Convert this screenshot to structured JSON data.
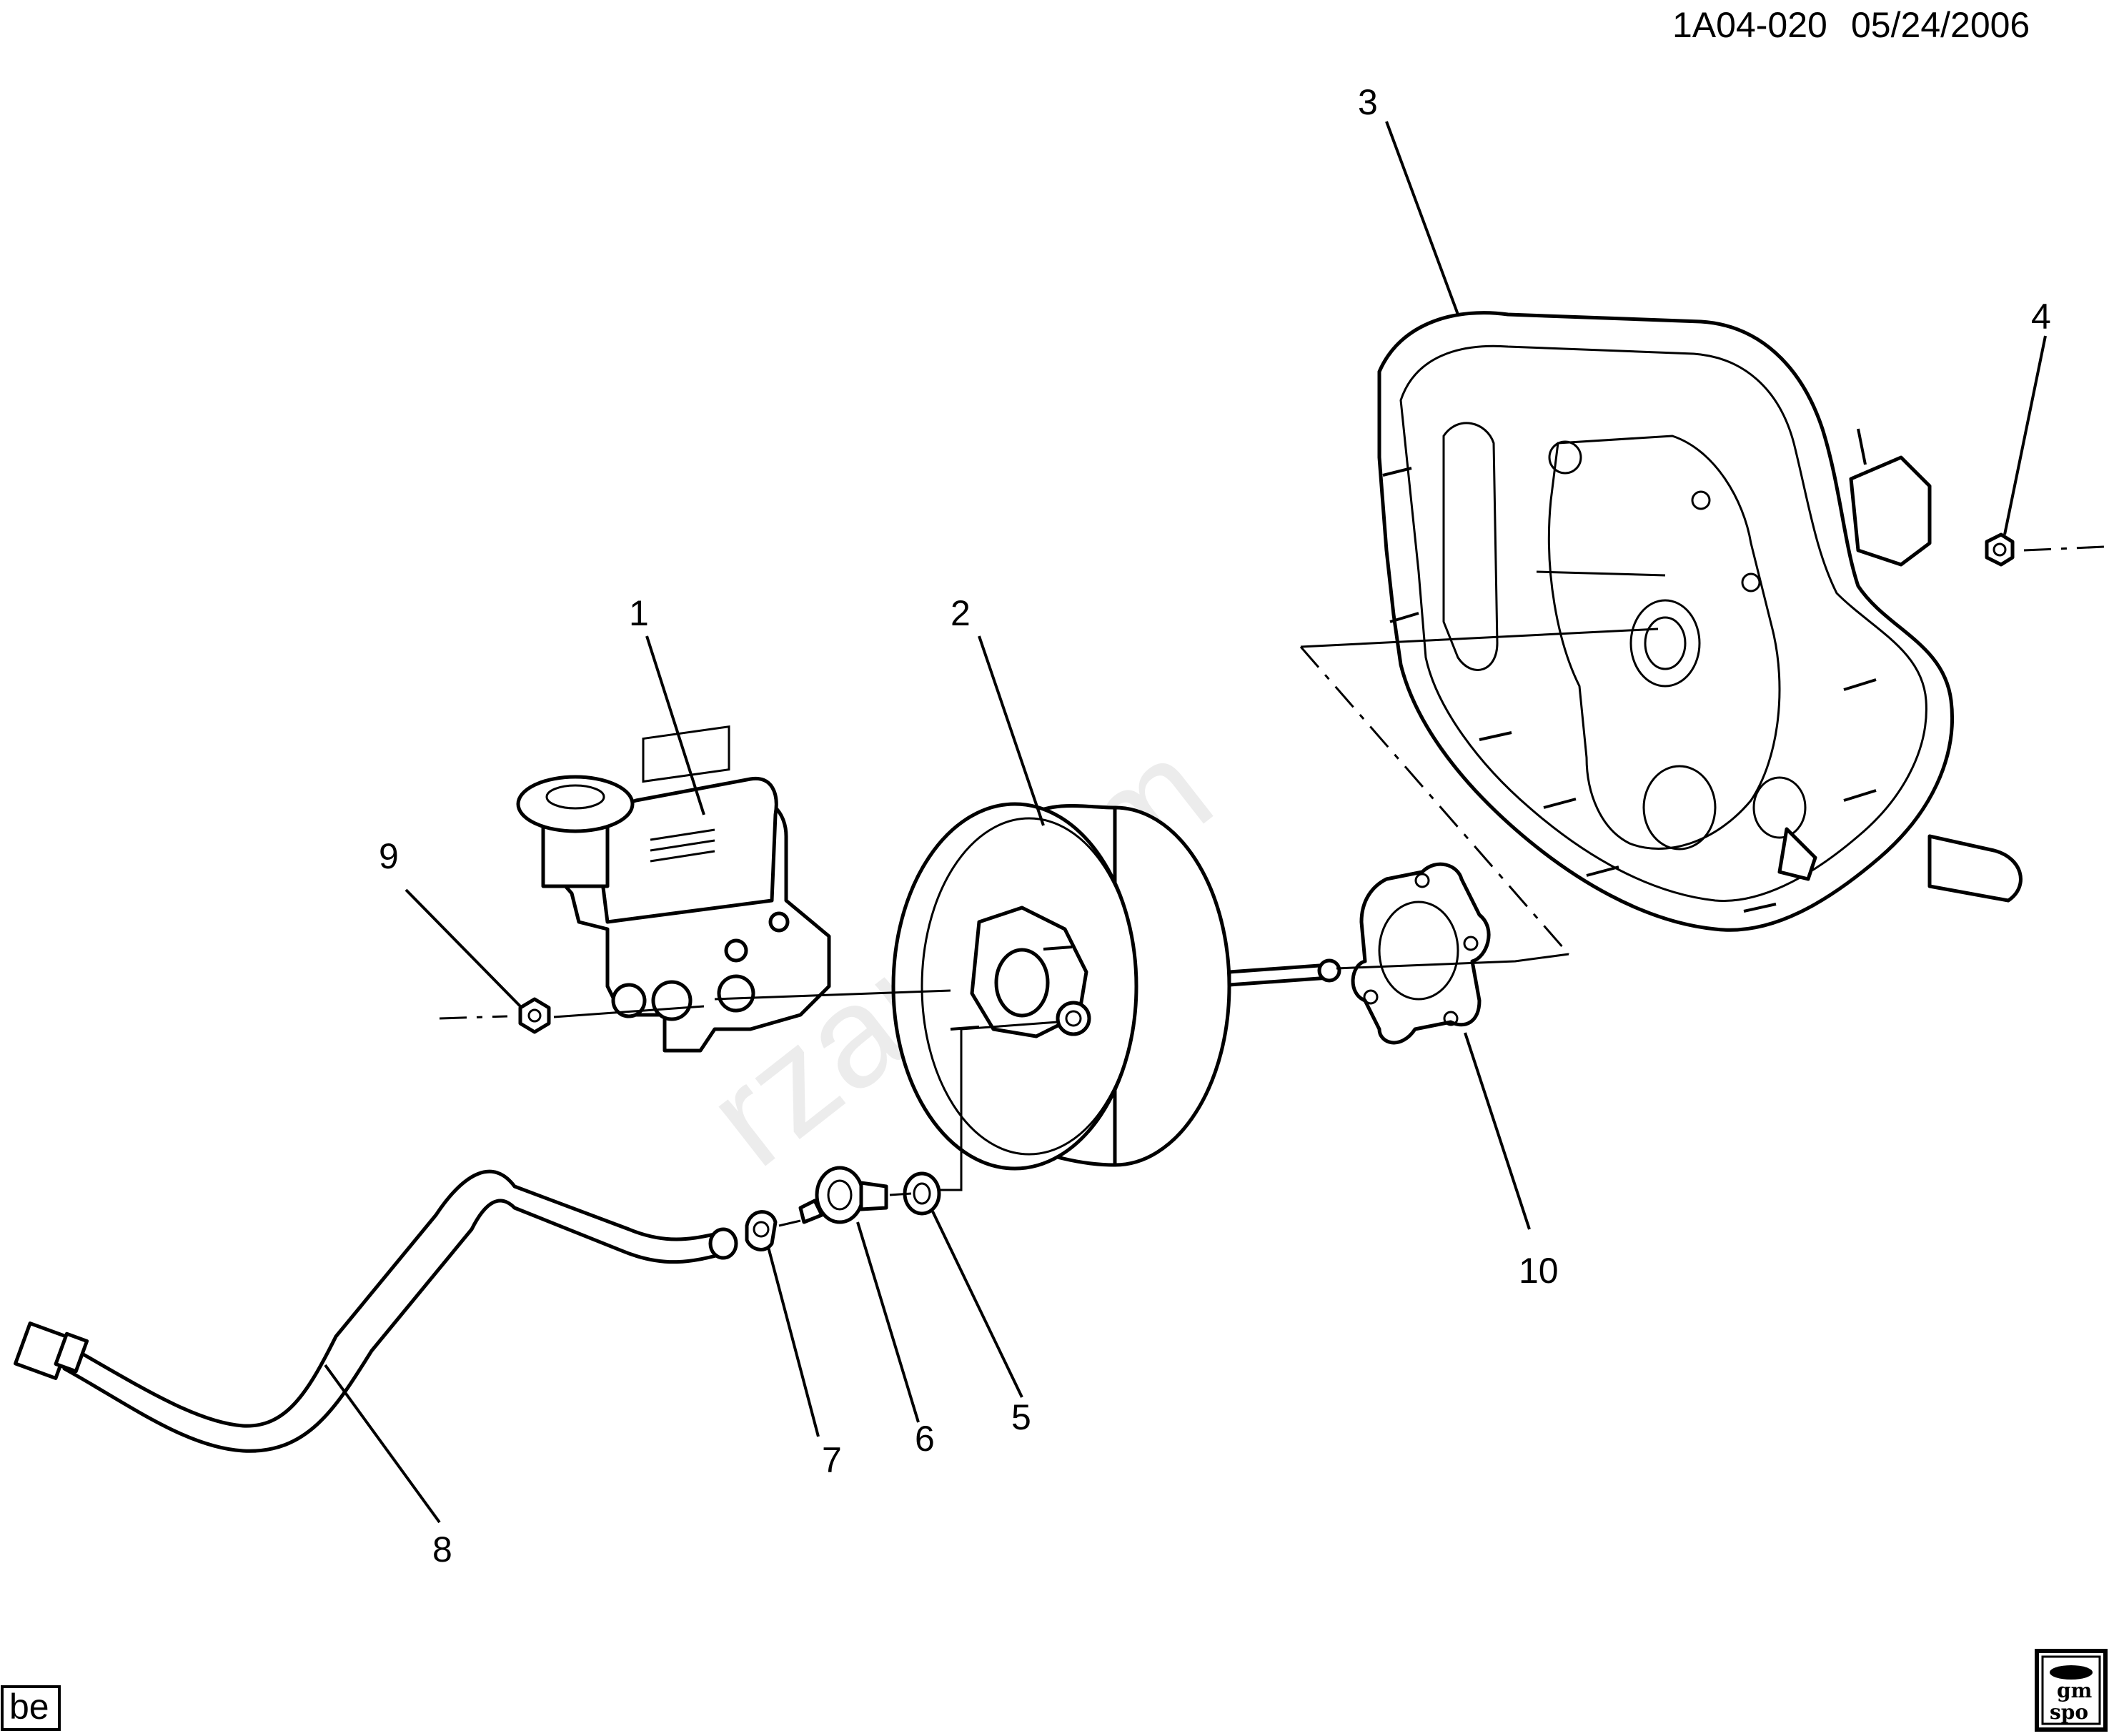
{
  "header": {
    "diagram_id": "1A04-020",
    "date": "05/24/2006"
  },
  "callouts": [
    "1",
    "2",
    "3",
    "4",
    "5",
    "6",
    "7",
    "8",
    "9",
    "10"
  ],
  "corner_tag": "be",
  "logo": {
    "line1": "gm",
    "line2": "spo"
  },
  "watermark": "rzap.com"
}
